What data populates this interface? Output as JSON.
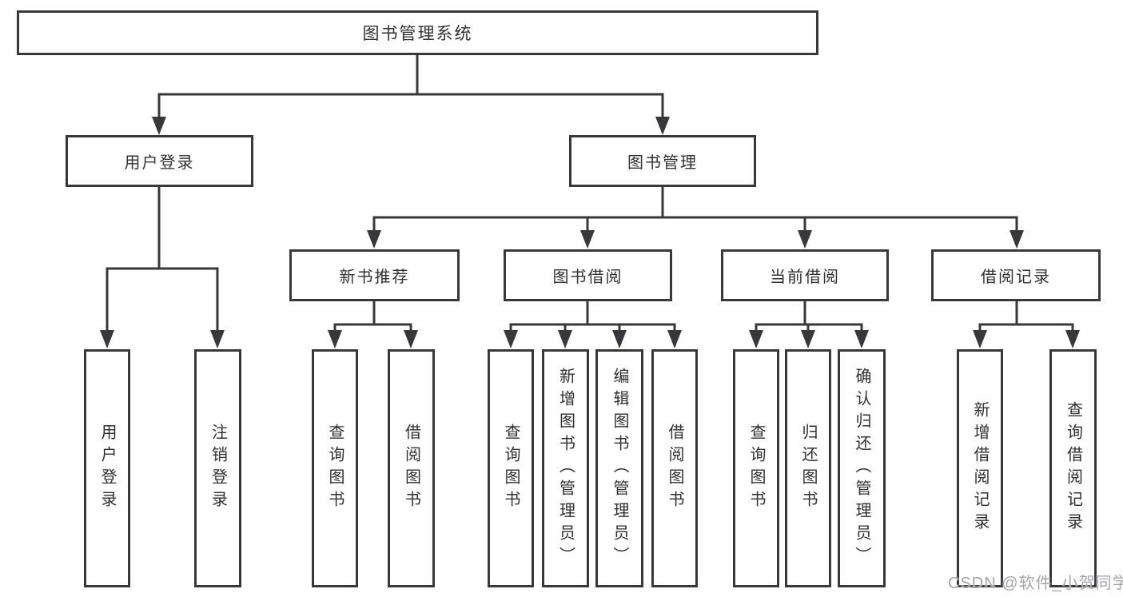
{
  "diagram": {
    "root": "图书管理系统",
    "branches": [
      {
        "label": "用户登录",
        "children": [
          {
            "label": "用户登录"
          },
          {
            "label": "注销登录"
          }
        ]
      },
      {
        "label": "图书管理",
        "children": [
          {
            "label": "新书推荐",
            "children": [
              {
                "label": "查询图书"
              },
              {
                "label": "借阅图书"
              }
            ]
          },
          {
            "label": "图书借阅",
            "children": [
              {
                "label": "查询图书"
              },
              {
                "label": "新增图书（管理员）"
              },
              {
                "label": "编辑图书（管理员）"
              },
              {
                "label": "借阅图书"
              }
            ]
          },
          {
            "label": "当前借阅",
            "children": [
              {
                "label": "查询图书"
              },
              {
                "label": "归还图书"
              },
              {
                "label": "确认归还（管理员）"
              }
            ]
          },
          {
            "label": "借阅记录",
            "children": [
              {
                "label": "新增借阅记录"
              },
              {
                "label": "查询借阅记录"
              }
            ]
          }
        ]
      }
    ]
  },
  "watermark": "CSDN @软件_小贺同学",
  "colors": {
    "line": "#38383a",
    "text": "#303030",
    "background": "#ffffff",
    "watermark": "#a5a5a9"
  }
}
